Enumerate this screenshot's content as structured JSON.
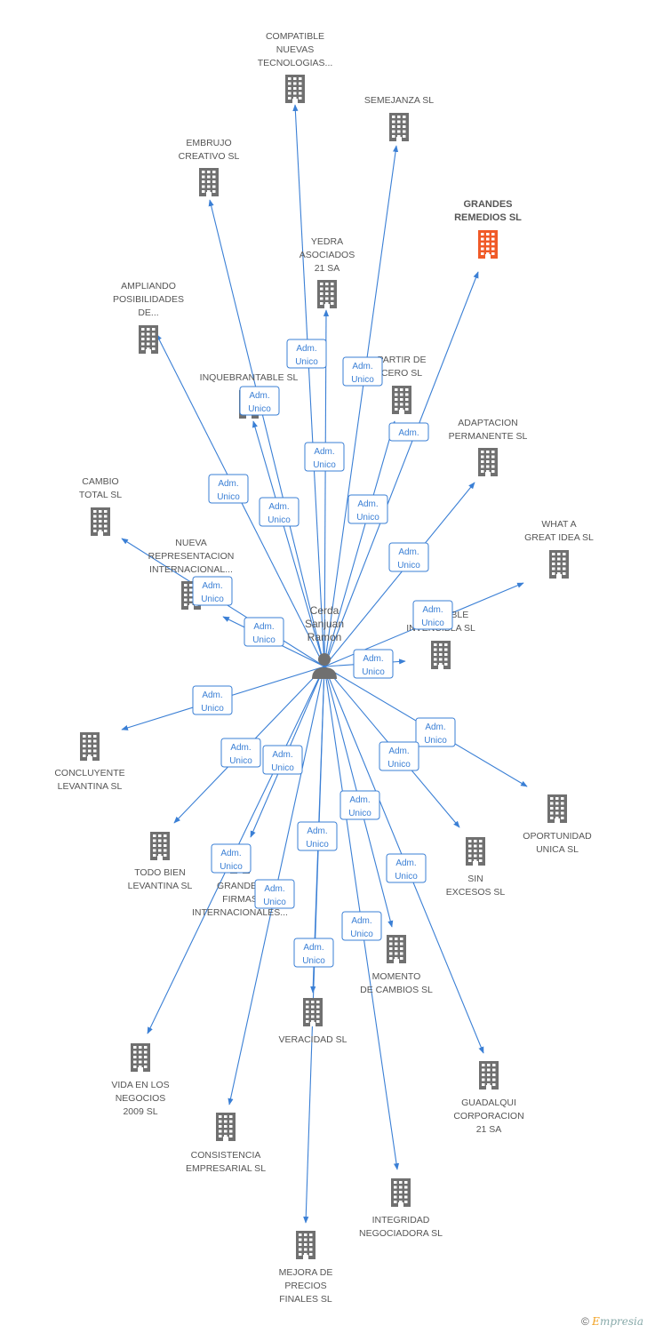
{
  "colors": {
    "edge": "#3a7fd5",
    "building": "#707070",
    "highlight": "#f05a28",
    "text": "#555555"
  },
  "center": {
    "lines": [
      "Cerda",
      "Sanjuan",
      "Ramon"
    ],
    "icon": "person-icon"
  },
  "badge_lines": [
    "Adm.",
    "Unico"
  ],
  "badge_truncated": "Adm.",
  "nodes": [
    {
      "id": "compatible",
      "lines": [
        "COMPATIBLE",
        "NUEVAS",
        "TECNOLOGIAS..."
      ],
      "icon": "building-icon"
    },
    {
      "id": "semejanza",
      "lines": [
        "SEMEJANZA SL"
      ],
      "icon": "building-icon"
    },
    {
      "id": "embrujo",
      "lines": [
        "EMBRUJO",
        "CREATIVO SL"
      ],
      "icon": "building-icon"
    },
    {
      "id": "grandes_remedios",
      "lines": [
        "GRANDES",
        "REMEDIOS SL"
      ],
      "icon": "building-icon",
      "highlight": true
    },
    {
      "id": "yedra",
      "lines": [
        "YEDRA",
        "ASOCIADOS",
        "21 SA"
      ],
      "icon": "building-icon"
    },
    {
      "id": "ampliando",
      "lines": [
        "AMPLIANDO",
        "POSIBILIDADES",
        "DE..."
      ],
      "icon": "building-icon"
    },
    {
      "id": "partir",
      "lines": [
        "PARTIR DE",
        "CERO SL"
      ],
      "icon": "building-icon"
    },
    {
      "id": "inquebrantable",
      "lines": [
        "INQUEBRANTABLE SL"
      ],
      "icon": "building-icon"
    },
    {
      "id": "adaptacion",
      "lines": [
        "ADAPTACION",
        "PERMANENTE SL"
      ],
      "icon": "building-icon"
    },
    {
      "id": "cambio",
      "lines": [
        "CAMBIO",
        "TOTAL SL"
      ],
      "icon": "building-icon"
    },
    {
      "id": "what",
      "lines": [
        "WHAT A",
        "GREAT IDEA SL"
      ],
      "icon": "building-icon"
    },
    {
      "id": "nueva",
      "lines": [
        "NUEVA",
        "REPRESENTACION",
        "INTERNACIONAL..."
      ],
      "icon": "building-icon"
    },
    {
      "id": "invencible",
      "lines": [
        "INVENCIBLE",
        "INVENCIBLA SL"
      ],
      "icon": "building-icon"
    },
    {
      "id": "concluyente",
      "lines": [
        "CONCLUYENTE",
        "LEVANTINA SL"
      ],
      "icon": "building-icon"
    },
    {
      "id": "oportunidad",
      "lines": [
        "OPORTUNIDAD",
        "UNICA SL"
      ],
      "icon": "building-icon"
    },
    {
      "id": "todobien",
      "lines": [
        "TODO BIEN",
        "LEVANTINA SL"
      ],
      "icon": "building-icon"
    },
    {
      "id": "sinexcesos",
      "lines": [
        "SIN",
        "EXCESOS SL"
      ],
      "icon": "building-icon"
    },
    {
      "id": "grandesfirmas",
      "lines": [
        "GRANDES",
        "FIRMAS",
        "INTERNACIONALES..."
      ],
      "icon": "building-icon"
    },
    {
      "id": "momento",
      "lines": [
        "MOMENTO",
        "DE CAMBIOS SL"
      ],
      "icon": "building-icon"
    },
    {
      "id": "veracidad",
      "lines": [
        "VERACIDAD SL"
      ],
      "icon": "building-icon"
    },
    {
      "id": "vida",
      "lines": [
        "VIDA EN LOS",
        "NEGOCIOS",
        "2009 SL"
      ],
      "icon": "building-icon"
    },
    {
      "id": "guadalqui",
      "lines": [
        "GUADALQUI",
        "CORPORACION",
        "21 SA"
      ],
      "icon": "building-icon"
    },
    {
      "id": "consistencia",
      "lines": [
        "CONSISTENCIA",
        "EMPRESARIAL SL"
      ],
      "icon": "building-icon"
    },
    {
      "id": "integridad",
      "lines": [
        "INTEGRIDAD",
        "NEGOCIADORA SL"
      ],
      "icon": "building-icon"
    },
    {
      "id": "mejora",
      "lines": [
        "MEJORA DE",
        "PRECIOS",
        "FINALES SL"
      ],
      "icon": "building-icon"
    }
  ],
  "footer": {
    "copyright": "©",
    "brand_e": "E",
    "brand_rest": "mpresia"
  }
}
